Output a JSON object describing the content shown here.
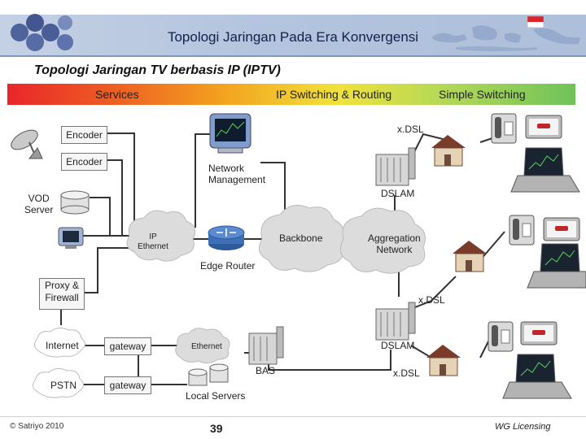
{
  "header": {
    "title": "Topologi Jaringan Pada Era Konvergensi"
  },
  "slide": {
    "subtitle": "Topologi Jaringan TV berbasis IP (IPTV)",
    "band_labels": [
      "Services",
      "IP Switching & Routing",
      "Simple Switching"
    ]
  },
  "diagram": {
    "encoder_1": "Encoder",
    "encoder_2": "Encoder",
    "vod_server": "VOD\nServer",
    "network_management": "Network\nManagement",
    "ip_ethernet": "IP\nEthernet",
    "edge_router": "Edge Router",
    "backbone": "Backbone",
    "aggregation_network": "Aggregation\nNetwork",
    "dslam_top": "DSLAM",
    "dslam_bottom": "DSLAM",
    "xdsl_top": "x.DSL",
    "xdsl_middle": "x.DSL",
    "xdsl_bottom": "x.DSL",
    "proxy_firewall": "Proxy &\nFirewall",
    "internet": "Internet",
    "pstn": "PSTN",
    "gateway_1": "gateway",
    "gateway_2": "gateway",
    "ethernet": "Ethernet",
    "bas": "BAS",
    "local_servers": "Local Servers"
  },
  "footer": {
    "copyright": "© Satriyo 2010",
    "page_number": "39",
    "brand": "WG Licensing"
  },
  "colors": {
    "header_band": "#b3c4de",
    "cloud": "#dcdcdc",
    "router": "#3f6fb7",
    "wire": "#333333"
  }
}
